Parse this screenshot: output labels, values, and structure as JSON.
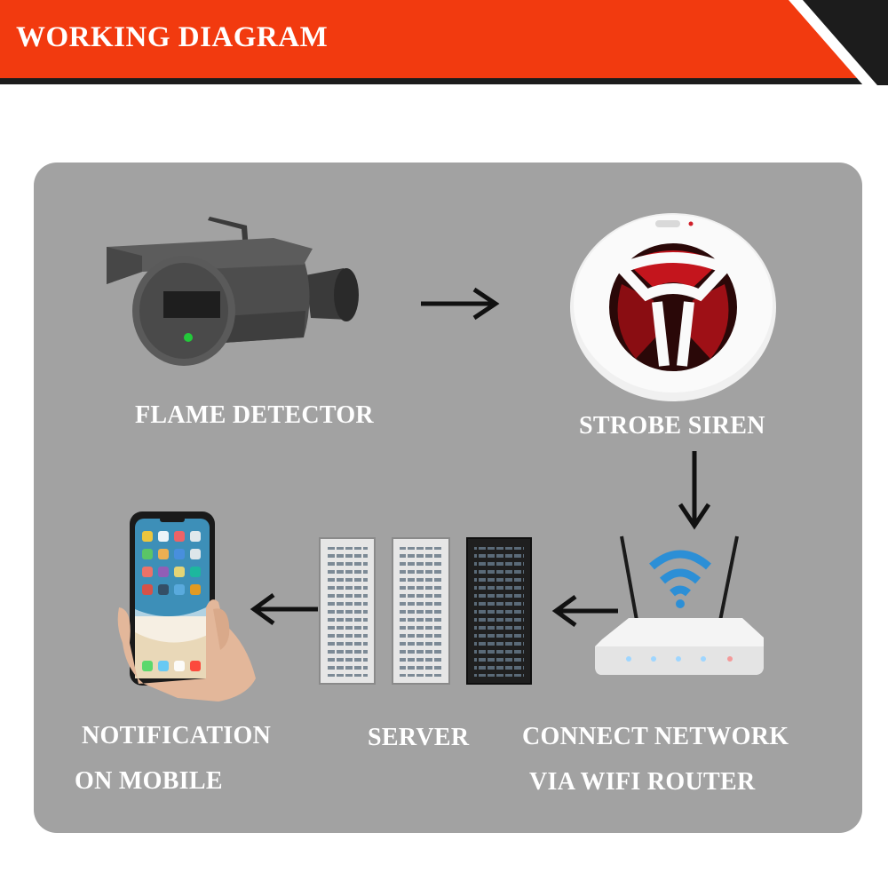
{
  "header": {
    "title": "WORKING DIAGRAM"
  },
  "colors": {
    "banner": "#f23a0f",
    "panel": "#a2a2a2",
    "text": "#ffffff",
    "wifi": "#2c8fd6"
  },
  "nodes": {
    "flame_detector": {
      "label": "FLAME DETECTOR",
      "icon": "security-camera-icon"
    },
    "strobe_siren": {
      "label": "STROBE SIREN",
      "icon": "siren-icon"
    },
    "wifi_router": {
      "label_line1": "CONNECT NETWORK",
      "label_line2": "VIA WIFI ROUTER",
      "icon": "wifi-router-icon"
    },
    "server": {
      "label": "SERVER",
      "icon": "server-rack-icon"
    },
    "mobile": {
      "label_line1": "NOTIFICATION",
      "label_line2": "ON MOBILE",
      "icon": "smartphone-icon"
    }
  },
  "flow": [
    "flame_detector",
    "strobe_siren",
    "wifi_router",
    "server",
    "mobile"
  ]
}
